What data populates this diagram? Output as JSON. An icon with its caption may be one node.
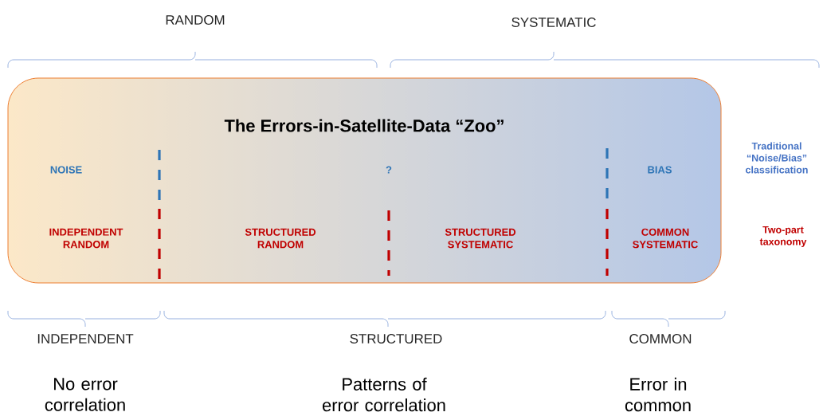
{
  "diagram": {
    "nodes": [
      {
        "text": [
          "The Errors-in-Satellite-Data “Zoo”"
        ]
      }
    ],
    "edges": [],
    "labels": [
      "RANDOM",
      "SYSTEMATIC",
      "NOISE",
      "?",
      "BIAS",
      "Traditional “Noise/Bias” classification",
      "INDEPENDENT RANDOM",
      "STRUCTURED RANDOM",
      "STRUCTURED SYSTEMATIC",
      "COMMON SYSTEMATIC",
      "Two-part taxonomy",
      "INDEPENDENT",
      "STRUCTURED",
      "COMMON",
      "No error correlation",
      "Patterns of error correlation",
      "Error in common"
    ]
  }
}
